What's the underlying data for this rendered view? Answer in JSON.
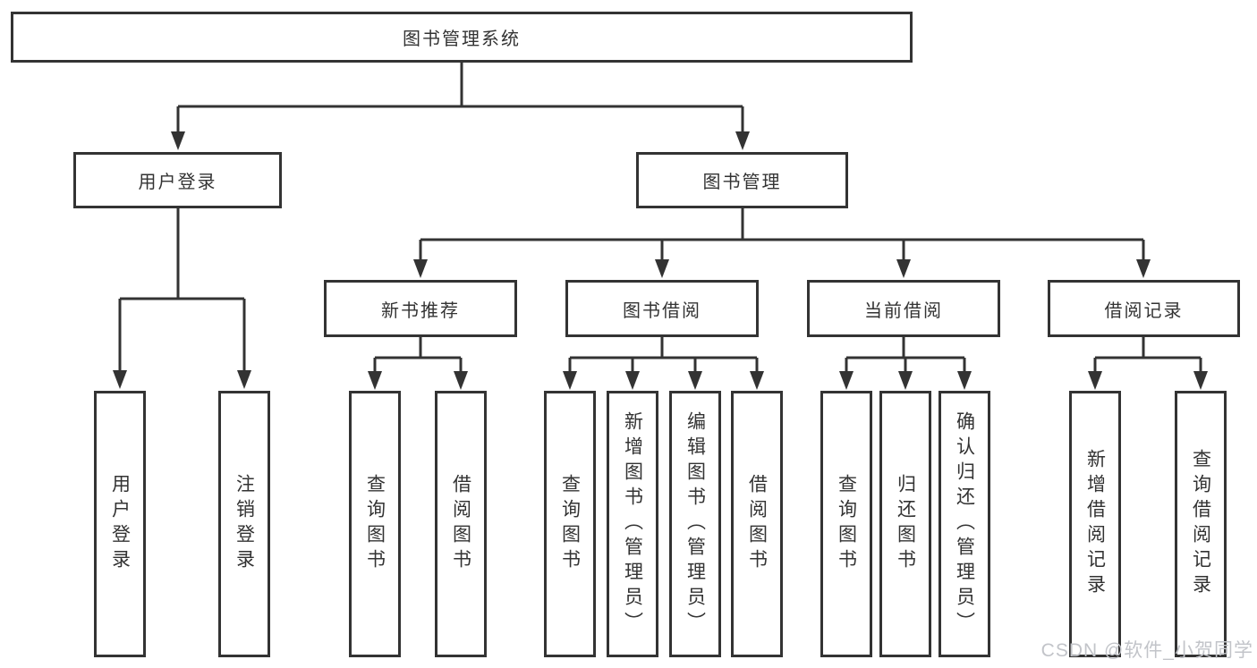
{
  "diagram": {
    "root": {
      "label": "图书管理系统"
    },
    "branches": [
      {
        "label": "用户登录",
        "children": [
          {
            "label": "用户登录"
          },
          {
            "label": "注销登录"
          }
        ]
      },
      {
        "label": "图书管理",
        "children": [
          {
            "label": "新书推荐",
            "children": [
              {
                "label": "查询图书"
              },
              {
                "label": "借阅图书"
              }
            ]
          },
          {
            "label": "图书借阅",
            "children": [
              {
                "label": "查询图书"
              },
              {
                "label": "新增图书（管理员）"
              },
              {
                "label": "编辑图书（管理员）"
              },
              {
                "label": "借阅图书"
              }
            ]
          },
          {
            "label": "当前借阅",
            "children": [
              {
                "label": "查询图书"
              },
              {
                "label": "归还图书"
              },
              {
                "label": "确认归还（管理员）"
              }
            ]
          },
          {
            "label": "借阅记录",
            "children": [
              {
                "label": "新增借阅记录"
              },
              {
                "label": "查询借阅记录"
              }
            ]
          }
        ]
      }
    ]
  },
  "watermark": {
    "text": "CSDN @软件_小贺同学"
  },
  "colors": {
    "line": "#333333",
    "text": "#333333",
    "background": "#ffffff",
    "watermark": "#c2c4c9"
  }
}
